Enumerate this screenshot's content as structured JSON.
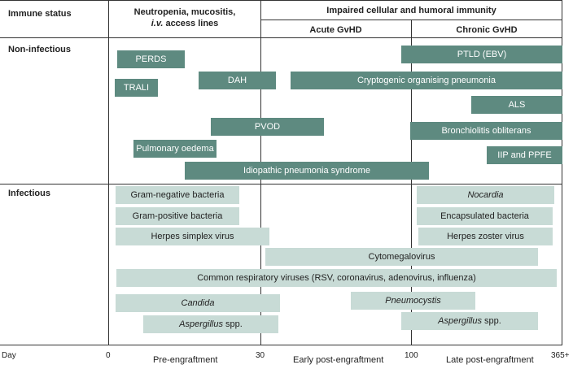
{
  "header": {
    "immune_status": "Immune status",
    "col1_line1": "Neutropenia, mucositis,",
    "col1_line2": "i.v.",
    "col1_line2_rest": " access lines",
    "impaired": "Impaired cellular and humoral immunity",
    "acute": "Acute GvHD",
    "chronic": "Chronic GvHD"
  },
  "rows": {
    "noninfectious": "Non-infectious",
    "infectious": "Infectious"
  },
  "noninfectious_bars": [
    {
      "id": "perds",
      "label": "PERDS"
    },
    {
      "id": "trali",
      "label": "TRALI"
    },
    {
      "id": "dah",
      "label": "DAH"
    },
    {
      "id": "cop",
      "label": "Cryptogenic organising pneumonia"
    },
    {
      "id": "ptld",
      "label": "PTLD (EBV)"
    },
    {
      "id": "als",
      "label": "ALS"
    },
    {
      "id": "pvod",
      "label": "PVOD"
    },
    {
      "id": "bo",
      "label": "Bronchiolitis obliterans"
    },
    {
      "id": "po",
      "label": "Pulmonary oedema"
    },
    {
      "id": "iip",
      "label": "IIP and PPFE"
    },
    {
      "id": "ips",
      "label": "Idiopathic pneumonia syndrome"
    }
  ],
  "infectious_bars": [
    {
      "id": "gneg",
      "label": "Gram-negative bacteria"
    },
    {
      "id": "gpos",
      "label": "Gram-positive bacteria"
    },
    {
      "id": "hsv",
      "label": "Herpes simplex virus"
    },
    {
      "id": "nocardia",
      "label": "Nocardia"
    },
    {
      "id": "encap",
      "label": "Encapsulated bacteria"
    },
    {
      "id": "hzv",
      "label": "Herpes zoster virus"
    },
    {
      "id": "cmv",
      "label": "Cytomegalovirus"
    },
    {
      "id": "crv",
      "label": "Common respiratory viruses (RSV, coronavirus, adenovirus, influenza)"
    },
    {
      "id": "candida",
      "label": "Candida"
    },
    {
      "id": "pneumocystis",
      "label": "Pneumocystis"
    },
    {
      "id": "asp1",
      "label": "Aspergillus",
      "suffix": " spp."
    },
    {
      "id": "asp2",
      "label": "Aspergillus",
      "suffix": " spp."
    }
  ],
  "axis": {
    "day": "Day",
    "t0": "0",
    "t30": "30",
    "t100": "100",
    "t365": "365+",
    "phase1": "Pre-engraftment",
    "phase2": "Early post-engraftment",
    "phase3": "Late post-engraftment"
  },
  "colors": {
    "dark": "#5e8a80",
    "light": "#c8dbd6"
  }
}
